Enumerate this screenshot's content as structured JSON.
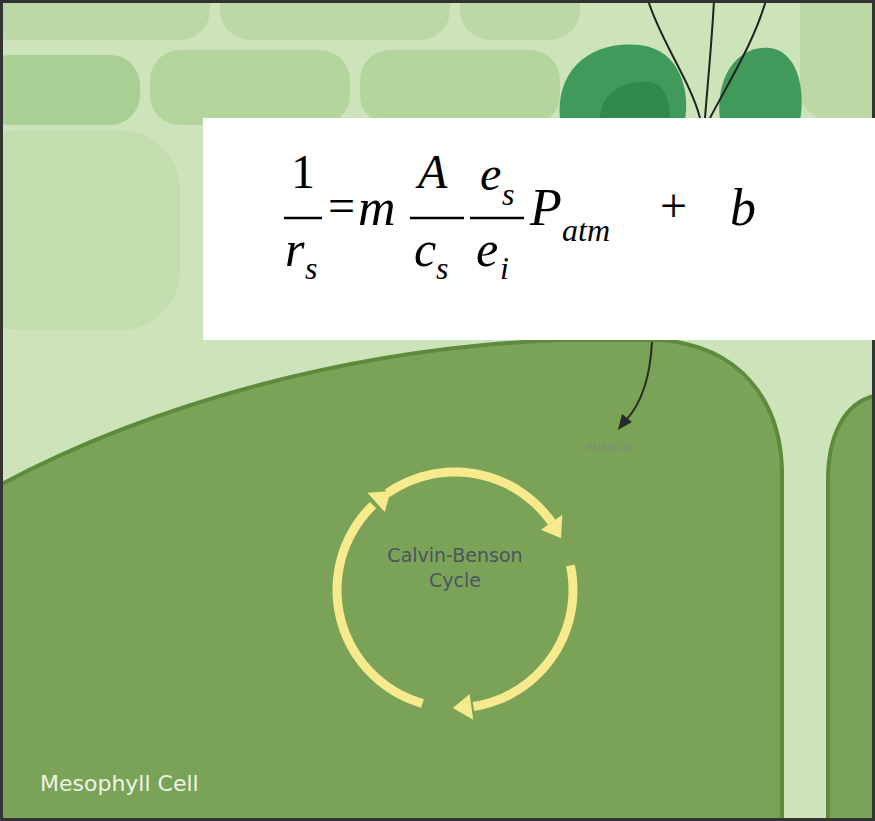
{
  "diagram": {
    "nodes": [
      {
        "text": [
          "1",
          "r",
          "s",
          "=",
          "m",
          "A",
          "c",
          "s",
          "e",
          "s",
          "e",
          "i",
          "P",
          "atm",
          "+",
          "b"
        ]
      },
      {
        "text": [
          "Calvin-Benson Cycle"
        ]
      }
    ],
    "labels": [
      "RUBISCO",
      "Mesophyll Cell"
    ]
  }
}
